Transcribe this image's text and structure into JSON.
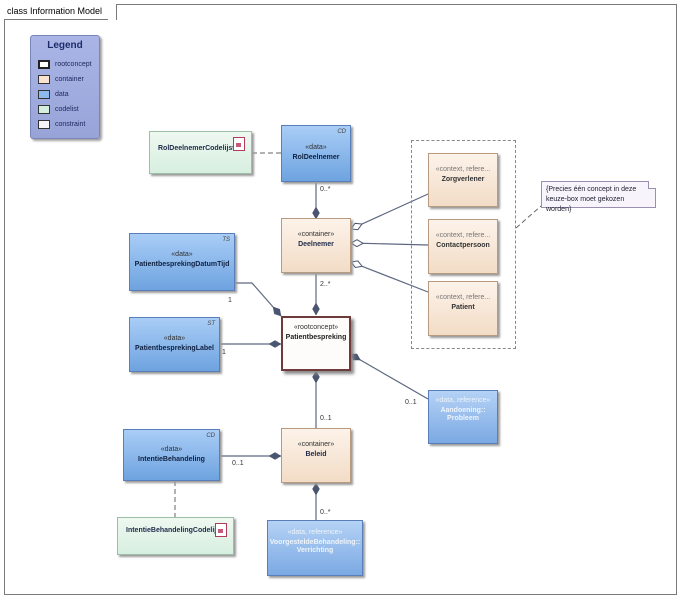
{
  "diagram": {
    "title": "class Information Model"
  },
  "legend": {
    "title": "Legend",
    "items": [
      {
        "label": "rootconcept",
        "color": "#ffffff",
        "border": "#222222"
      },
      {
        "label": "container",
        "color": "#f8e3d0",
        "border": "#9a8a80"
      },
      {
        "label": "data",
        "color": "#8dbbee",
        "border": "#4a6a9a"
      },
      {
        "label": "codelist",
        "color": "#d4efe0",
        "border": "#6a9a80"
      },
      {
        "label": "constraint",
        "color": "#f4f2fa",
        "border": "#555555"
      }
    ]
  },
  "elements": {
    "rol_deelnemer_codelijst": {
      "name": "RolDeelnemerCodelijst"
    },
    "rol_deelnemer": {
      "stereotype": "«data»",
      "name": "RolDeelnemer",
      "corner": "CD"
    },
    "deelnemer": {
      "stereotype": "«container»",
      "name": "Deelnemer"
    },
    "zorgverlener": {
      "stereotype": "«context, refere...",
      "name": "Zorgverlener"
    },
    "contactpersoon": {
      "stereotype": "«context, refere...",
      "name": "Contactpersoon"
    },
    "patient": {
      "stereotype": "«context, refere...",
      "name": "Patient"
    },
    "datum_tijd": {
      "stereotype": "«data»",
      "name": "PatientbesprekingDatumTijd",
      "corner": "TS"
    },
    "label": {
      "stereotype": "«data»",
      "name": "PatientbesprekingLabel",
      "corner": "ST"
    },
    "patientbespreking": {
      "stereotype": "«rootconcept»",
      "name": "Patientbespreking"
    },
    "probleem": {
      "stereotype": "«data, reference»",
      "name1": "Aandoening::",
      "name2": "Probleem"
    },
    "intentie": {
      "stereotype": "«data»",
      "name": "IntentieBehandeling",
      "corner": "CD"
    },
    "beleid": {
      "stereotype": "«container»",
      "name": "Beleid"
    },
    "intentie_codelijst": {
      "name": "IntentieBehandelingCodelijst"
    },
    "verrichting": {
      "stereotype": "«data, reference»",
      "name1": "VoorgesteldeBehandeling::",
      "name2": "Verrichting"
    }
  },
  "note": {
    "text": "{Precies één concept in deze keuze-box moet gekozen worden}"
  },
  "multiplicities": {
    "rol": "0..*",
    "deelnemer": "2..*",
    "datum": "1",
    "label": "1",
    "beleid": "0..1",
    "probleem": "0..1",
    "intentie": "0..1",
    "verrichting": "0..*"
  }
}
